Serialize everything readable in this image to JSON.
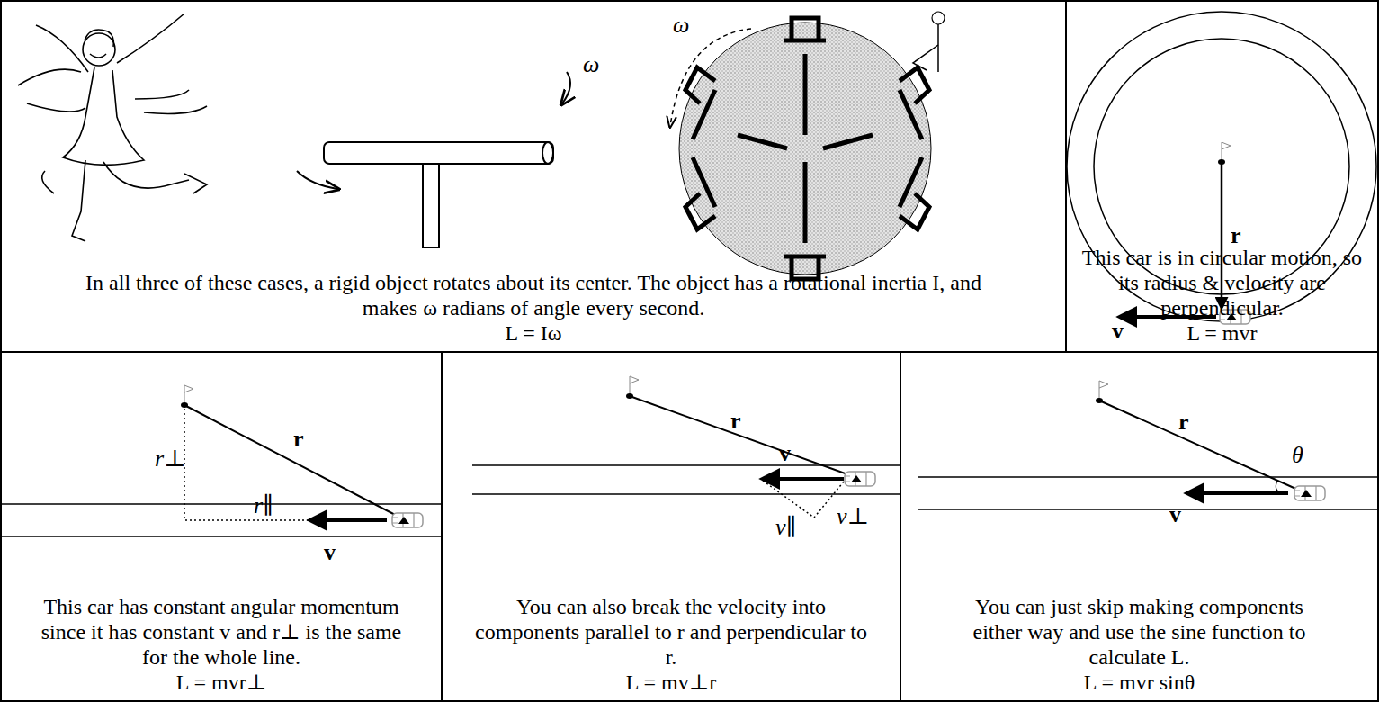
{
  "diagram": {
    "nodes": [
      {
        "text": [
          "In all three of these cases, a rigid object rotates about its center. The object has a rotational inertia I, and makes ω radians of angle every second.",
          "L = Iω"
        ]
      },
      {
        "text": [
          "This car is in circular motion, so its radius & velocity are perpendicular.",
          "L = mvr"
        ]
      },
      {
        "text": [
          "This car has constant angular momentum since it has constant v and r⊥ is the same for the whole line.",
          "L = mvr⊥"
        ]
      },
      {
        "text": [
          "You can also break the velocity into components parallel to r and perpendicular to r.",
          "L = mv⊥r"
        ]
      },
      {
        "text": [
          "You can just skip making components either way and use the sine function to calculate L.",
          "L = mvr sinθ"
        ]
      }
    ],
    "labels": [
      "ω",
      "ω",
      "r",
      "v",
      "r⊥",
      "r∥",
      "r",
      "v",
      "r",
      "v",
      "v∥",
      "v⊥",
      "r",
      "θ",
      "v"
    ]
  }
}
